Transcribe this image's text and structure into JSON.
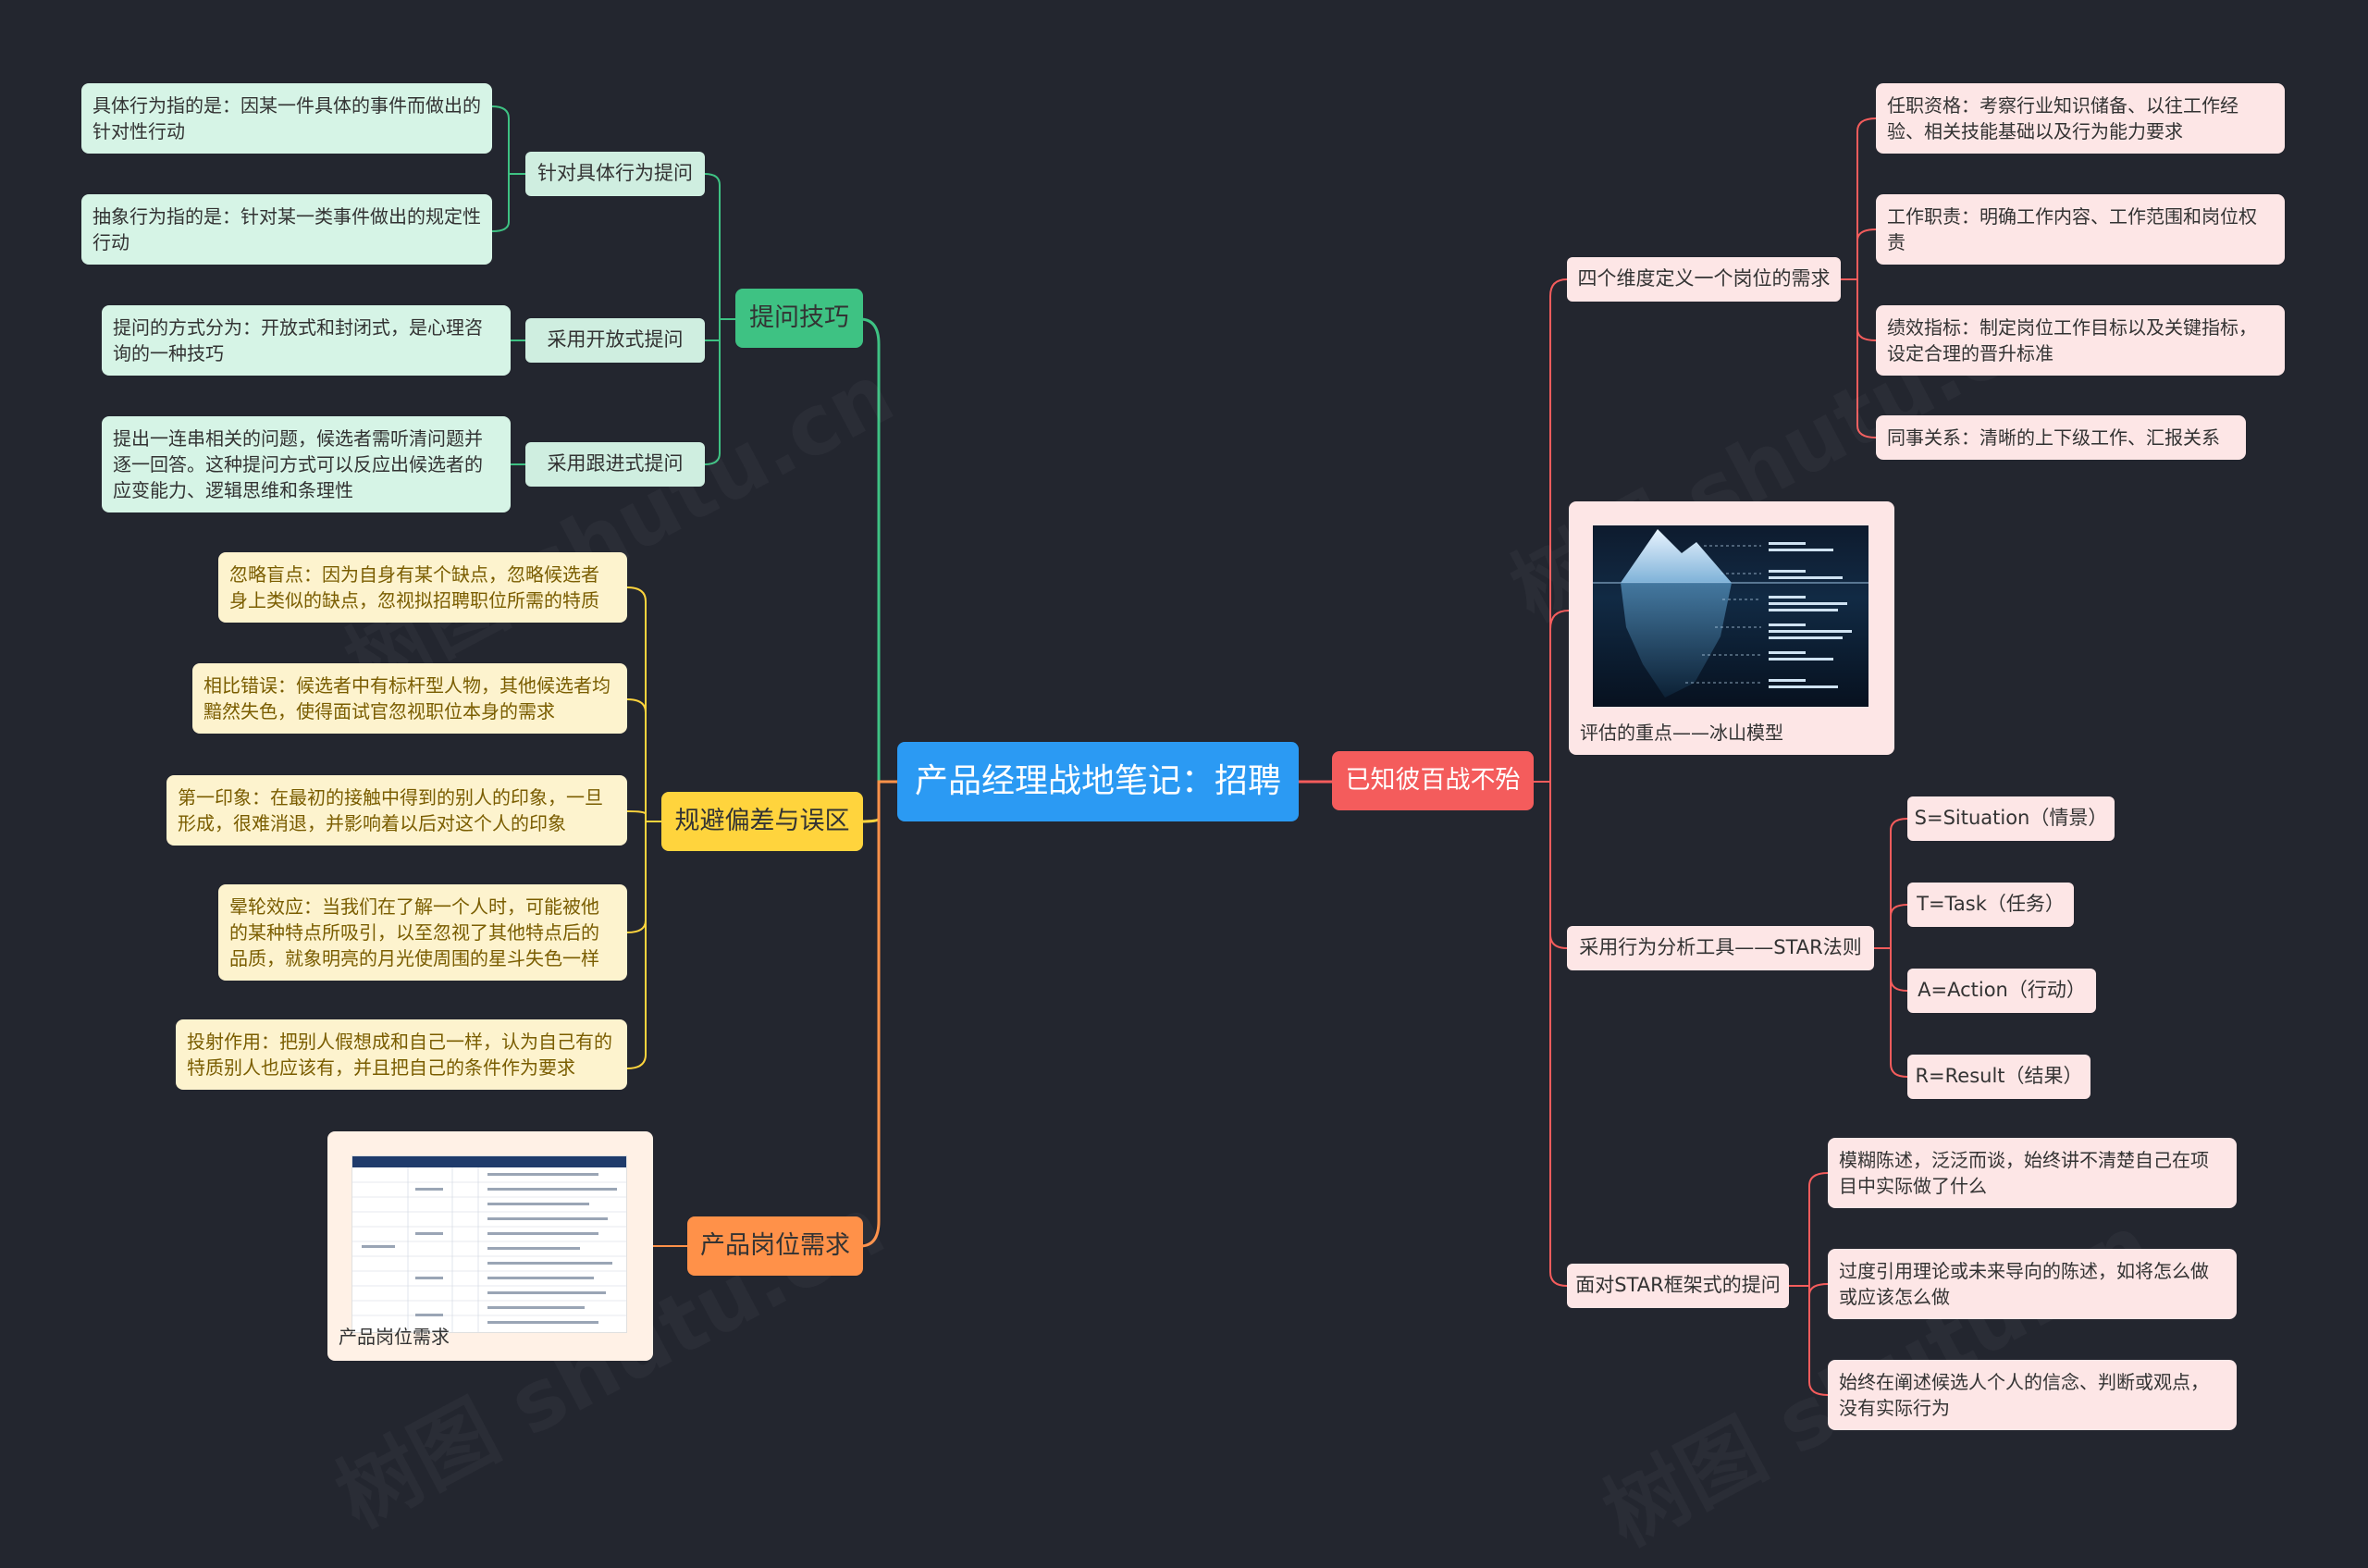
{
  "root": "产品经理战地笔记：招聘",
  "left": {
    "tiwen": {
      "label": "提问技巧",
      "b1": {
        "label": "针对具体行为提问",
        "leaf1": "具体行为指的是：因某一件具体的事件而做出的针对性行动",
        "leaf2": "抽象行为指的是：针对某一类事件做出的规定性行动"
      },
      "b2": {
        "label": "采用开放式提问",
        "leaf1": "提问的方式分为：开放式和封闭式，是心理咨询的一种技巧"
      },
      "b3": {
        "label": "采用跟进式提问",
        "leaf1": "提出一连串相关的问题，候选者需听清问题并逐一回答。这种提问方式可以反应出候选者的应变能力、逻辑思维和条理性"
      }
    },
    "guibi": {
      "label": "规避偏差与误区",
      "leaves": [
        "忽略盲点：因为自身有某个缺点，忽略候选者身上类似的缺点，忽视拟招聘职位所需的特质",
        "相比错误：候选者中有标杆型人物，其他候选者均黯然失色，使得面试官忽视职位本身的需求",
        "第一印象：在最初的接触中得到的别人的印象，一旦形成，很难消退，并影响着以后对这个人的印象",
        "晕轮效应：当我们在了解一个人时，可能被他的某种特点所吸引，以至忽视了其他特点后的品质，就象明亮的月光使周围的星斗失色一样",
        "投射作用：把别人假想成和自己一样，认为自己有的特质别人也应该有，并且把自己的条件作为要求"
      ]
    },
    "gangwei": {
      "label": "产品岗位需求",
      "caption": "产品岗位需求"
    }
  },
  "right": {
    "label": "已知彼百战不殆",
    "siwei": {
      "label": "四个维度定义一个岗位的需求",
      "leaves": [
        "任职资格：考察行业知识储备、以往工作经验、相关技能基础以及行为能力要求",
        "工作职责：明确工作内容、工作范围和岗位权责",
        "绩效指标：制定岗位工作目标以及关键指标，设定合理的晋升标准",
        "同事关系：清晰的上下级工作、汇报关系"
      ]
    },
    "bingshan": {
      "caption": "评估的重点——冰山模型"
    },
    "star": {
      "label": "采用行为分析工具——STAR法则",
      "leaves": [
        "S=Situation（情景）",
        "T=Task（任务）",
        "A=Action（行动）",
        "R=Result（结果）"
      ]
    },
    "mianduei": {
      "label": "面对STAR框架式的提问",
      "leaves": [
        "模糊陈述，泛泛而谈，始终讲不清楚自己在项目中实际做了什么",
        "过度引用理论或未来导向的陈述，如将怎么做或应该怎么做",
        "始终在阐述候选人个人的信念、判断或观点，没有实际行为"
      ]
    }
  },
  "colors": {
    "background": "#23262f",
    "root": "#2b9af3",
    "green": "#3ec283",
    "yellow": "#ffd43d",
    "orange": "#ff9149",
    "red": "#f45c5c"
  }
}
